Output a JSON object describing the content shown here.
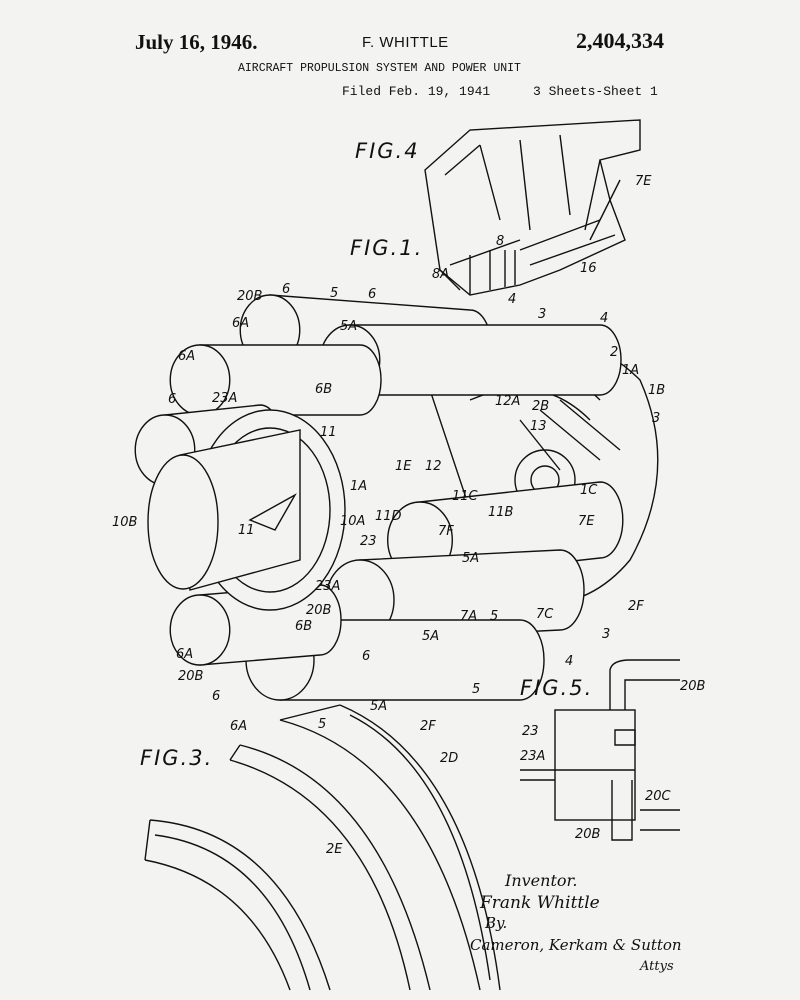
{
  "header": {
    "date": "July 16, 1946.",
    "inventor": "F. WHITTLE",
    "patent_number": "2,404,334",
    "title": "AIRCRAFT PROPULSION SYSTEM AND POWER UNIT",
    "filed": "Filed Feb. 19, 1941",
    "sheets": "3 Sheets-Sheet 1"
  },
  "figures": {
    "fig4": "FIG.4",
    "fig1": "FIG.1.",
    "fig3": "FIG.3.",
    "fig5": "FIG.5."
  },
  "labels": {
    "fig4": [
      "7E",
      "8",
      "8A",
      "16"
    ],
    "fig1": [
      "20B",
      "6",
      "5",
      "6",
      "6A",
      "5A",
      "4",
      "3",
      "4",
      "2",
      "1A",
      "1B",
      "3",
      "6A",
      "6",
      "23A",
      "6B",
      "11",
      "12A",
      "2B",
      "13",
      "10B",
      "11",
      "1A",
      "1E",
      "12",
      "11C",
      "11B",
      "1C",
      "7E",
      "10A",
      "11D",
      "7F",
      "23",
      "5A",
      "23A",
      "20B",
      "5A",
      "7A",
      "5",
      "7C",
      "2F",
      "3",
      "6A",
      "20B",
      "6B",
      "6",
      "4",
      "5",
      "6",
      "6A",
      "5",
      "5A",
      "2F"
    ],
    "fig3": [
      "2D",
      "2E"
    ],
    "fig5": [
      "20B",
      "23",
      "23A",
      "20C",
      "20B"
    ]
  },
  "signature": {
    "inventor_label": "Inventor.",
    "inventor_name": "Frank Whittle",
    "by": "By.",
    "attorneys": "Cameron, Kerkam & Sutton",
    "attys": "Attys"
  }
}
